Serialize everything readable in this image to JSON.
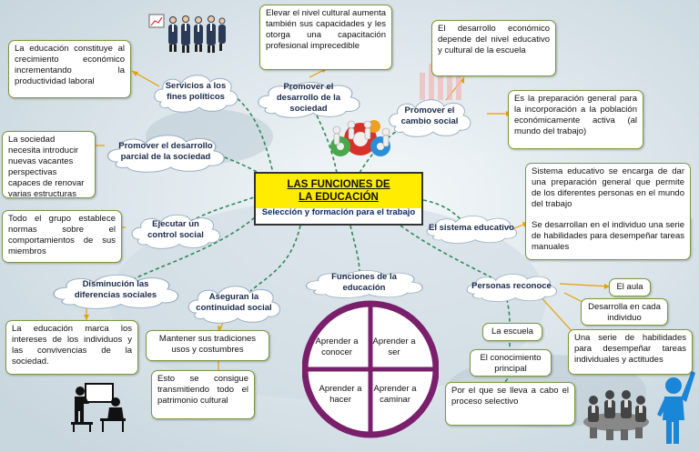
{
  "central": {
    "title": "LAS FUNCIONES DE LA EDUCACIÓN",
    "subtitle": "Selección y formación para el trabajo"
  },
  "clouds": {
    "servicios": "Servicios a los fines políticos",
    "promover_desarrollo_sociedad": "Promover el desarrollo de la sociedad",
    "promover_cambio": "Promover el cambio social",
    "promover_parcial": "Promover el desarrollo parcial de la sociedad",
    "ejecutar_control": "Ejecutar un control social",
    "disminucion": "Disminución las diferencias sociales",
    "aseguran": "Aseguran la continuidad social",
    "funciones": "Funciones de la educación",
    "personas": "Personas reconoce",
    "sistema": "El sistema educativo"
  },
  "boxes": {
    "educacion_crecimiento": "La educación constituye al crecimiento económico incrementando la productividad laboral",
    "elevar_nivel": "Elevar el nivel cultural aumenta también sus capacidades y les otorga una capacitación profesional imprecedible",
    "desarrollo_economico": "El desarrollo económico depende del nivel educativo y cultural de la escuela",
    "preparacion_general": "Es la preparación general para la incorporación a la población económicamente activa (al mundo del trabajo)",
    "sociedad_necesita": "La sociedad necesita introducir nuevas vacantes perspectivas capaces de renovar varias estructuras",
    "sistema_encarga": "Sistema educativo se encarga de dar una preparación general que permite de los diferentes personas en el mundo del trabajo",
    "se_desarrollan": "Se desarrollan en el individuo una serie de habilidades para desempeñar tareas manuales",
    "todo_grupo": "Todo el grupo establece normas sobre el comportamientos de sus miembros",
    "educacion_marca": "La educación marca los intereses de los individuos y las convivencias de la sociedad.",
    "mantener": "Mantener sus tradiciones usos y costumbres",
    "esto_consigue": "Esto se consigue transmitiendo todo el patrimonio cultural",
    "el_aula": "El aula",
    "desarrollo_individuo": "Desarrolla en cada individuo",
    "la_escuela": "La escuela",
    "serie_habilidades": "Una serie de habilidades para desempeñar tareas individuales y actitudes",
    "conocimiento": "El conocimiento principal",
    "proceso_selectivo": "Por el que se lleva a cabo el proceso selectivo"
  },
  "circle": {
    "q1": "Aprender a conocer",
    "q2": "Aprender a ser",
    "q3": "Aprender a hacer",
    "q4": "Aprender a caminar"
  },
  "icons": {
    "gears": "gears-people-icon",
    "team_top": "business-team-icon",
    "presenter": "presenter-silhouette-icon",
    "meeting": "meeting-people-icon",
    "blue_person": "blue-person-pointing-icon"
  },
  "colors": {
    "title_fill": "#ffec00",
    "box_border": "#7a9a3a",
    "connector": "#2e8b57",
    "arrow": "#e5a000",
    "circle_fill": "#7a1f6b"
  }
}
